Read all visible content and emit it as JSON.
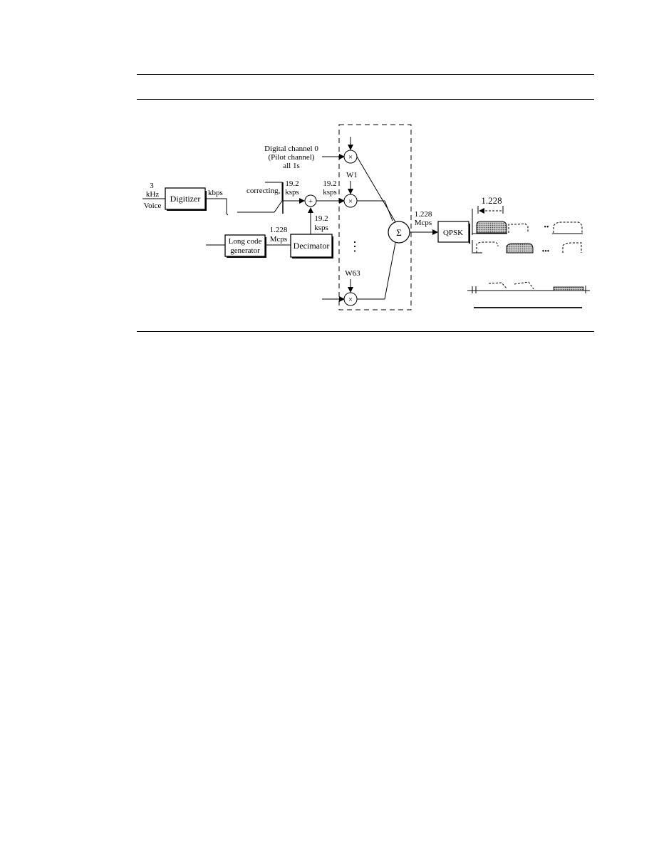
{
  "page": {
    "background": "#ffffff"
  },
  "diagram": {
    "input_value": "3",
    "input_unit": "kHz",
    "input_name": "Voice",
    "digitizer_label": "Digitizer",
    "digitizer_output": "kbps",
    "fec_label": "correcting,",
    "fec_rate": "19.2",
    "fec_rate_unit": "ksps",
    "xor_symbol": "+",
    "xor_out_rate": "19.2",
    "xor_out_unit": "ksps",
    "decim_rate": "19.2",
    "decim_unit": "ksps",
    "long_code_line1": "Long code",
    "long_code_line2": "generator",
    "chip_rate": "1.228",
    "chip_unit": "Mcps",
    "decimator_label": "Decimator",
    "pilot_line1": "Digital channel 0",
    "pilot_line2": "(Pilot channel)",
    "pilot_line3": "all 1s",
    "multiplier_symbol": "×",
    "walsh1_label": "W1",
    "walsh63_label": "W63",
    "vdots": "⋮",
    "summer_symbol": "Σ",
    "sum_rate": "1.228",
    "sum_unit": "Mcps",
    "qpsk_label": "QPSK",
    "spectrum_label": "1.228",
    "ellipsis": "•••",
    "ellipsis_short": "••"
  }
}
